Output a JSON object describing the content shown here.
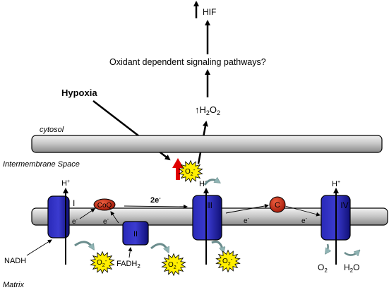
{
  "pathway": {
    "hif": "HIF",
    "signaling": "Oxidant dependent signaling pathways?",
    "h2o2_arrow": "↑",
    "h2o2_main": "H",
    "h2o2_sub": "2",
    "h2o2_o": "O",
    "h2o2_sub2": "2"
  },
  "labels": {
    "hypoxia": "Hypoxia",
    "cytosol": "cytosol",
    "intermembrane": "Intermembrane Space",
    "matrix": "Matrix",
    "nadh": "NADH",
    "fadh": "FADH",
    "fadh_sub": "2",
    "two_e": "2e",
    "two_e_sup": "-",
    "e_minus": "e",
    "e_sup": "-",
    "h_plus": "H",
    "h_sup": "+",
    "o2": "O",
    "o2_sub": "2",
    "h2o_h": "H",
    "h2o_sub": "2",
    "h2o_o": "O"
  },
  "complexes": {
    "c1": "I",
    "c2": "II",
    "c3": "III",
    "c4": "IV",
    "coq": "CoQ",
    "cytc": "C"
  },
  "superoxide": {
    "o": "O",
    "sub": "2",
    "charge": "-"
  },
  "colors": {
    "complex": "#1a1a9e",
    "carrier": "#c02010",
    "superoxide": "#ffee00",
    "hypoxia_arrow": "#e00000",
    "membrane": "#c8c8c8"
  }
}
